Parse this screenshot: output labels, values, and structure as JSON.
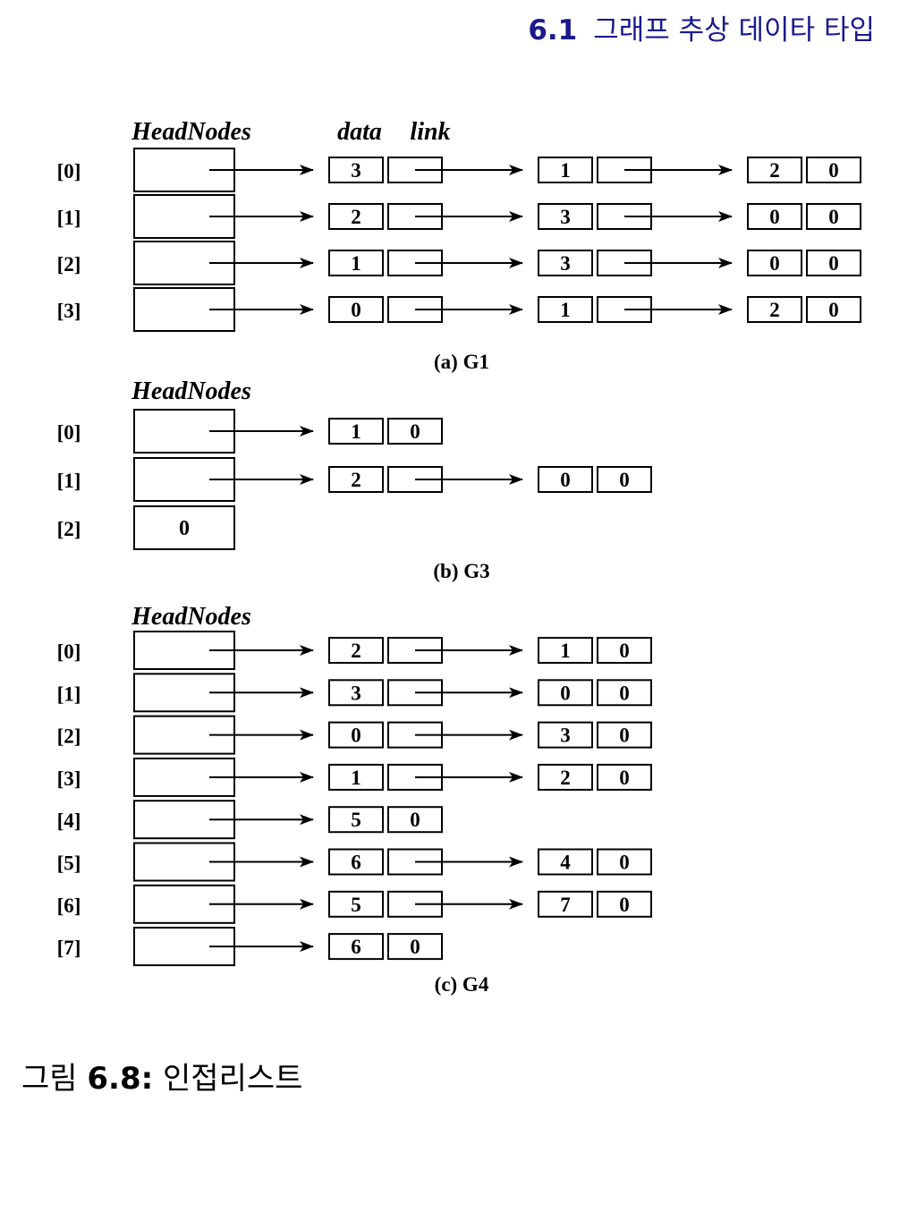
{
  "header": {
    "section_number": "6.1",
    "section_title": "그래프 추상 데이타 타입"
  },
  "figure": {
    "caption_label": "그림",
    "caption_number": "6.8:",
    "caption_title": "인접리스트",
    "field_labels": {
      "data": "data",
      "link": "link"
    },
    "panels": [
      {
        "id": "g1",
        "head_label": "HeadNodes",
        "caption": "(a) G1",
        "rows": [
          {
            "index": "[0]",
            "head_value": "",
            "nodes": [
              {
                "data": "3",
                "link": ""
              },
              {
                "data": "1",
                "link": ""
              },
              {
                "data": "2",
                "link": "0"
              }
            ]
          },
          {
            "index": "[1]",
            "head_value": "",
            "nodes": [
              {
                "data": "2",
                "link": ""
              },
              {
                "data": "3",
                "link": ""
              },
              {
                "data": "0",
                "link": "0"
              }
            ]
          },
          {
            "index": "[2]",
            "head_value": "",
            "nodes": [
              {
                "data": "1",
                "link": ""
              },
              {
                "data": "3",
                "link": ""
              },
              {
                "data": "0",
                "link": "0"
              }
            ]
          },
          {
            "index": "[3]",
            "head_value": "",
            "nodes": [
              {
                "data": "0",
                "link": ""
              },
              {
                "data": "1",
                "link": ""
              },
              {
                "data": "2",
                "link": "0"
              }
            ]
          }
        ]
      },
      {
        "id": "g3",
        "head_label": "HeadNodes",
        "caption": "(b) G3",
        "rows": [
          {
            "index": "[0]",
            "head_value": "",
            "nodes": [
              {
                "data": "1",
                "link": "0"
              }
            ]
          },
          {
            "index": "[1]",
            "head_value": "",
            "nodes": [
              {
                "data": "2",
                "link": ""
              },
              {
                "data": "0",
                "link": "0"
              }
            ]
          },
          {
            "index": "[2]",
            "head_value": "0",
            "nodes": []
          }
        ]
      },
      {
        "id": "g4",
        "head_label": "HeadNodes",
        "caption": "(c) G4",
        "rows": [
          {
            "index": "[0]",
            "head_value": "",
            "nodes": [
              {
                "data": "2",
                "link": ""
              },
              {
                "data": "1",
                "link": "0"
              }
            ]
          },
          {
            "index": "[1]",
            "head_value": "",
            "nodes": [
              {
                "data": "3",
                "link": ""
              },
              {
                "data": "0",
                "link": "0"
              }
            ]
          },
          {
            "index": "[2]",
            "head_value": "",
            "nodes": [
              {
                "data": "0",
                "link": ""
              },
              {
                "data": "3",
                "link": "0"
              }
            ]
          },
          {
            "index": "[3]",
            "head_value": "",
            "nodes": [
              {
                "data": "1",
                "link": ""
              },
              {
                "data": "2",
                "link": "0"
              }
            ]
          },
          {
            "index": "[4]",
            "head_value": "",
            "nodes": [
              {
                "data": "5",
                "link": "0"
              }
            ]
          },
          {
            "index": "[5]",
            "head_value": "",
            "nodes": [
              {
                "data": "6",
                "link": ""
              },
              {
                "data": "4",
                "link": "0"
              }
            ]
          },
          {
            "index": "[6]",
            "head_value": "",
            "nodes": [
              {
                "data": "5",
                "link": ""
              },
              {
                "data": "7",
                "link": "0"
              }
            ]
          },
          {
            "index": "[7]",
            "head_value": "",
            "nodes": [
              {
                "data": "6",
                "link": "0"
              }
            ]
          }
        ]
      }
    ]
  }
}
